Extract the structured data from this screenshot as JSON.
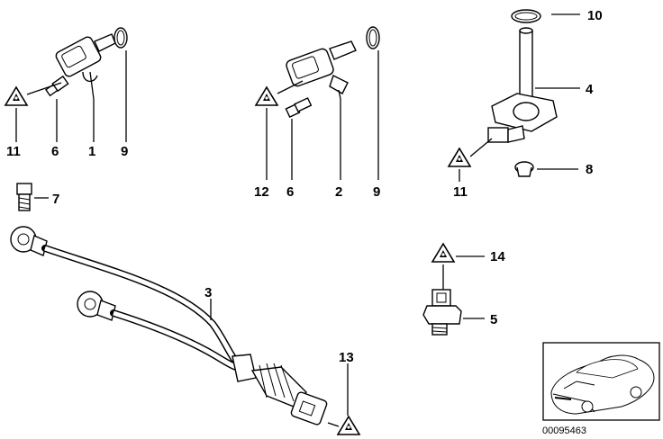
{
  "diagram": {
    "callouts": [
      {
        "id": "c1",
        "label": "1"
      },
      {
        "id": "c2",
        "label": "2"
      },
      {
        "id": "c3",
        "label": "3"
      },
      {
        "id": "c4",
        "label": "4"
      },
      {
        "id": "c5",
        "label": "5"
      },
      {
        "id": "c6a",
        "label": "6"
      },
      {
        "id": "c6b",
        "label": "6"
      },
      {
        "id": "c7",
        "label": "7"
      },
      {
        "id": "c8",
        "label": "8"
      },
      {
        "id": "c9a",
        "label": "9"
      },
      {
        "id": "c9b",
        "label": "9"
      },
      {
        "id": "c10",
        "label": "10"
      },
      {
        "id": "c11a",
        "label": "11"
      },
      {
        "id": "c11b",
        "label": "11"
      },
      {
        "id": "c12",
        "label": "12"
      },
      {
        "id": "c13",
        "label": "13"
      },
      {
        "id": "c14",
        "label": "14"
      }
    ],
    "document_number": "00095463",
    "warning_icon": "warning-triangle-icon",
    "vehicle_icon": "car-silhouette-icon"
  }
}
